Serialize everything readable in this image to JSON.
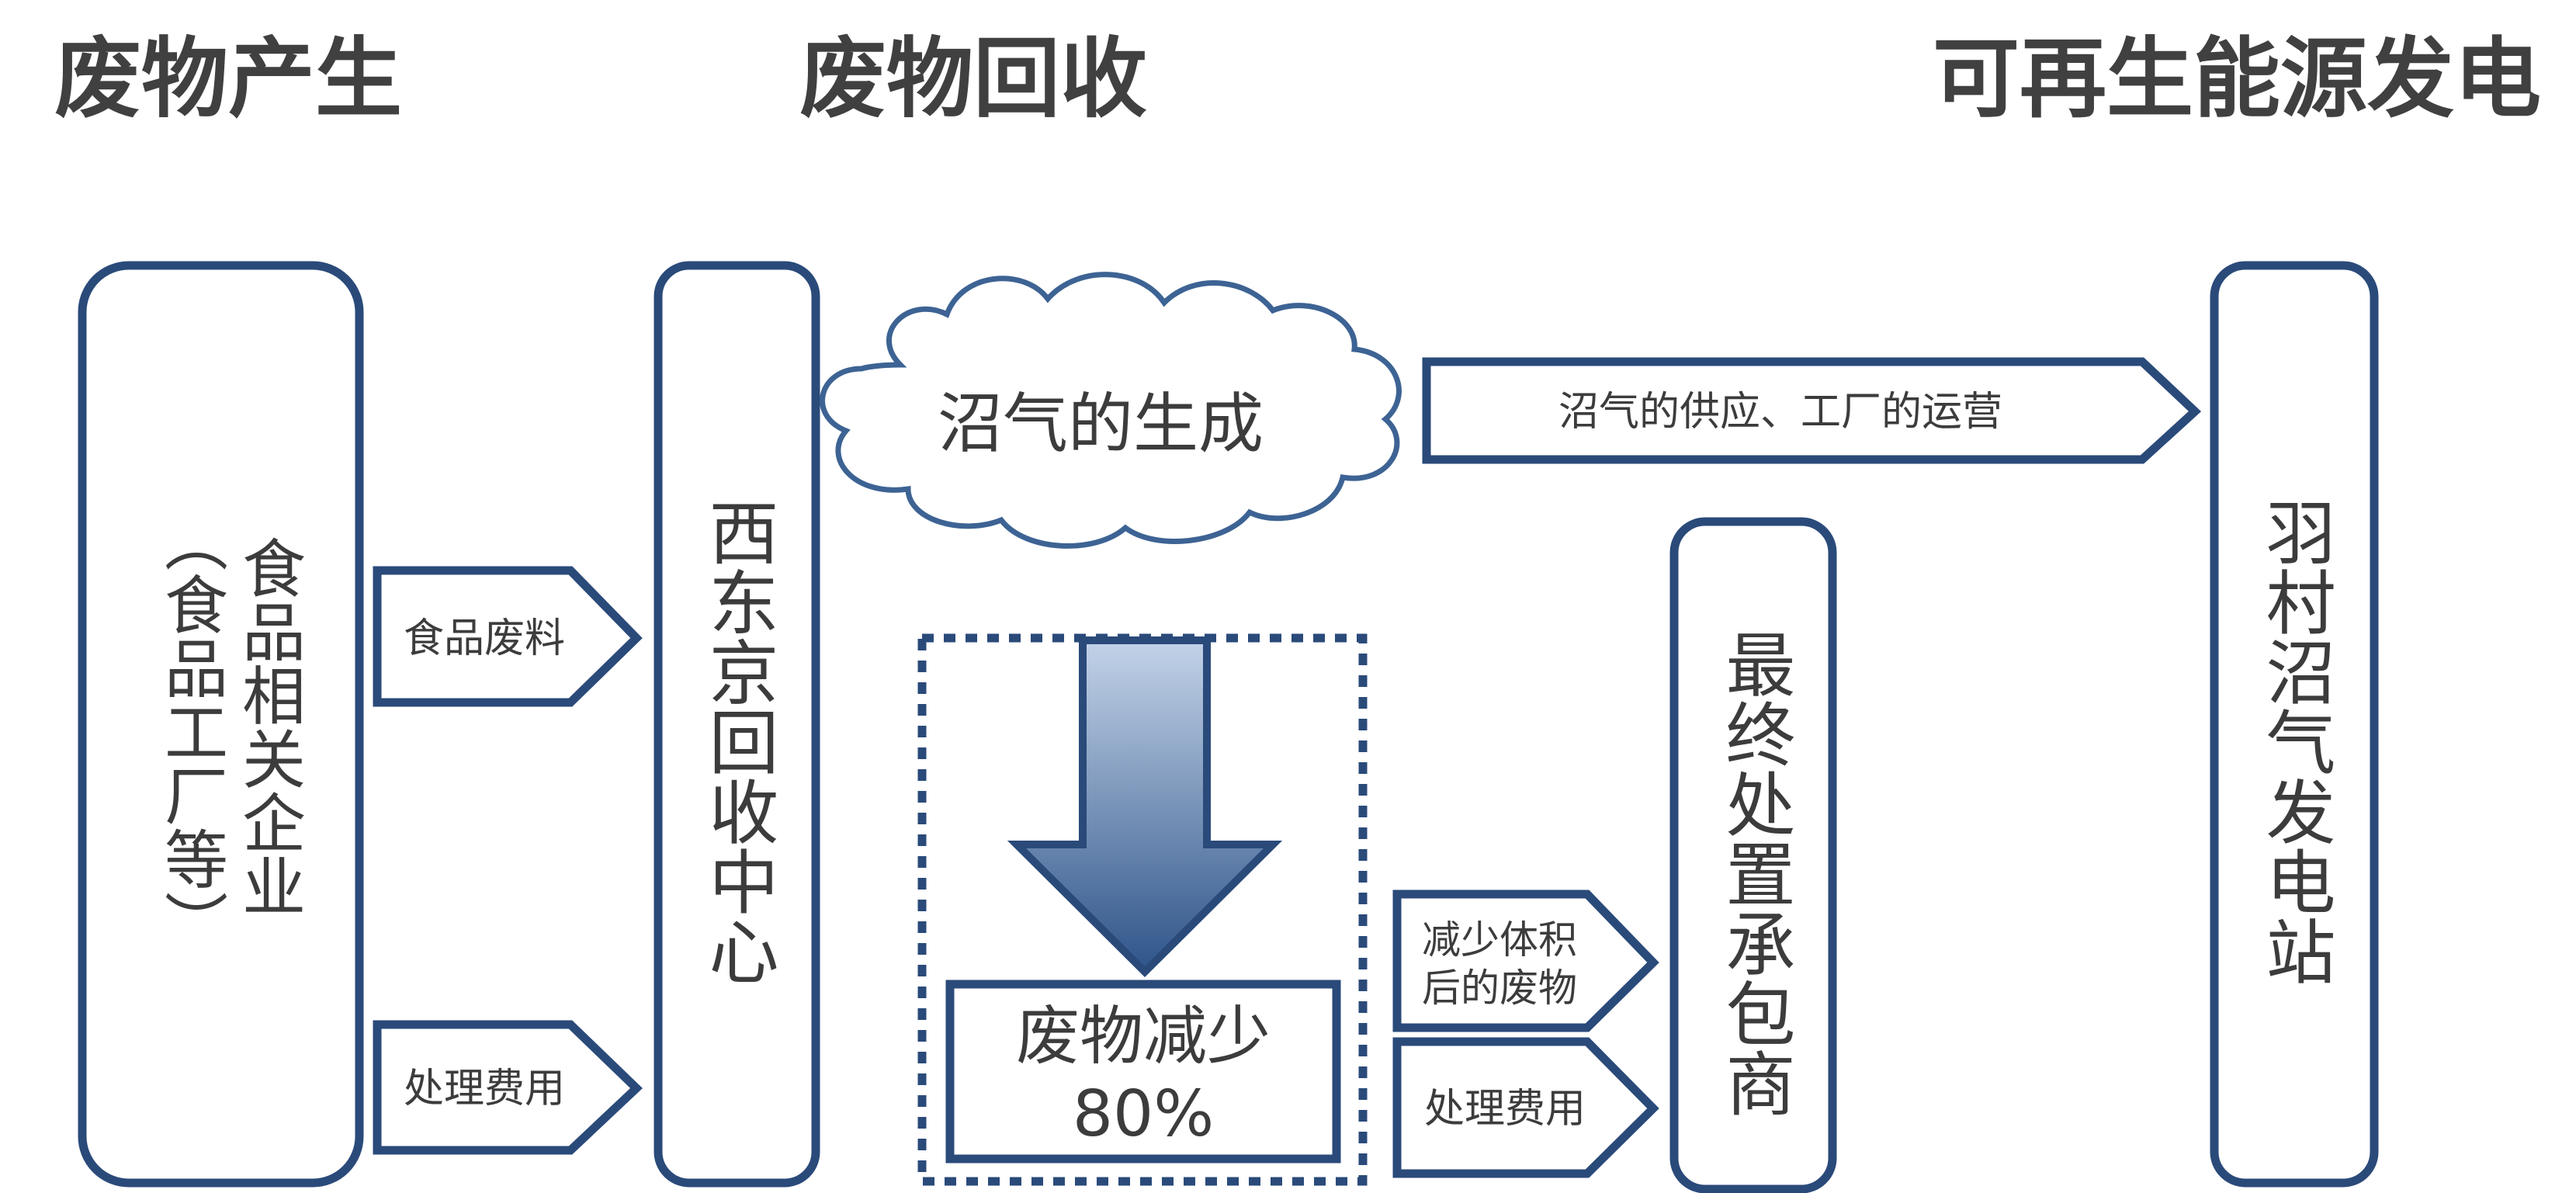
{
  "headers": {
    "waste_generation": "废物产生",
    "waste_collection": "废物回收",
    "renewable_power": "可再生能源发电"
  },
  "nodes": {
    "food_companies": {
      "line1": "食品相关企业",
      "line2": "（食品工厂等）"
    },
    "recycling_center": "西东京回收中心",
    "biogas_cloud": "沼气的生成",
    "waste_reduction": {
      "line1": "废物减少",
      "line2": "80%"
    },
    "final_disposal": "最终处置承包商",
    "power_station": "羽村沼气发电站"
  },
  "arrows": {
    "food_waste": "食品废料",
    "processing_fee_1": "处理费用",
    "biogas_supply": "沼气的供应、工厂的运营",
    "reduced_waste": {
      "line1": "减少体积",
      "line2": "后的废物"
    },
    "processing_fee_2": "处理费用"
  },
  "colors": {
    "stroke": "#2a4a7a",
    "cloud_stroke": "#3d6394",
    "arrow_top": "#c3d3e8",
    "arrow_bottom": "#2e5489",
    "header_text": "#404040"
  }
}
